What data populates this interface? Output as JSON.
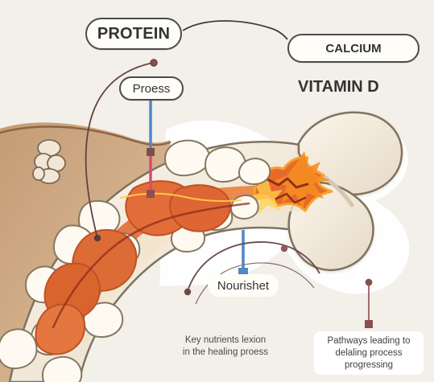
{
  "labels": {
    "protein": "PROTEIN",
    "calcium": "CALCIUM",
    "vitamin_d": "VITAMIN D",
    "proess": "Proess",
    "nourishet": "Nourishet",
    "key_nutrients": "Key nutrients lexion in the healing proess",
    "pathways": "Pathways leading to delaling process progressing"
  },
  "colors": {
    "background": "#f3efe9",
    "bone": "#f1e9d8",
    "bone_shadow": "#d9cfbf",
    "tissue": "#d8b58f",
    "tissue_dark": "#b98e66",
    "marrow": "#e46f35",
    "marrow_dark": "#c85323",
    "fracture": "#f18a24",
    "fracture_light": "#ffd04e",
    "pointer_dark": "#7c4f4f",
    "pointer_blue": "#4f88c6",
    "pointer_red": "#d94b73"
  }
}
